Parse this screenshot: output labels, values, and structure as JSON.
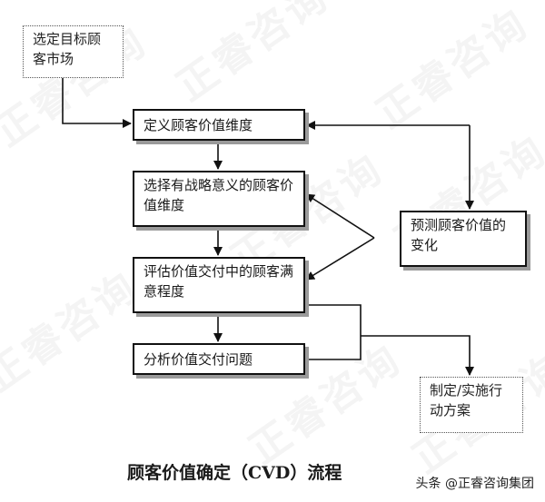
{
  "watermark": {
    "text": "正睿咨询"
  },
  "flow": {
    "select_market": "选定目标顾客市场",
    "define_dims": "定义顾客价值维度",
    "strategic_dims": "选择有战略意义的顾客价值维度",
    "evaluate": "评估价值交付中的顾客满意程度",
    "analyze": "分析价值交付问题",
    "predict": "预测顾客价值的变化",
    "plan": "制定/实施行动方案"
  },
  "caption": "顾客价值确定（CVD）流程",
  "credit": "头条 @正睿咨询集团"
}
